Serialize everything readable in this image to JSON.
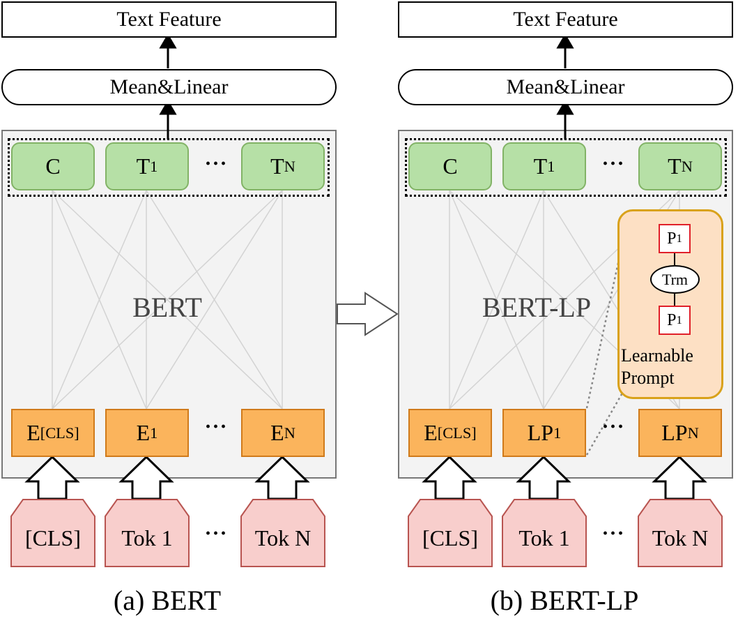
{
  "diagram": {
    "left": {
      "output_label": "Text Feature",
      "pool_label": "Mean&Linear",
      "model_name": "BERT",
      "outputs": [
        {
          "main": "C",
          "sub": ""
        },
        {
          "main": "T",
          "sub": "1"
        },
        {
          "main": "T",
          "sub": "N"
        }
      ],
      "embeddings": [
        {
          "main": "E",
          "sub": "[CLS]"
        },
        {
          "main": "E",
          "sub": "1"
        },
        {
          "main": "E",
          "sub": "N"
        }
      ],
      "tokens": [
        "[CLS]",
        "Tok 1",
        "Tok N"
      ],
      "ellipsis": "···",
      "caption": "(a) BERT"
    },
    "right": {
      "output_label": "Text Feature",
      "pool_label": "Mean&Linear",
      "model_name": "BERT-LP",
      "outputs": [
        {
          "main": "C",
          "sub": ""
        },
        {
          "main": "T",
          "sub": "1"
        },
        {
          "main": "T",
          "sub": "N"
        }
      ],
      "embeddings": [
        {
          "main": "E",
          "sub": "[CLS]"
        },
        {
          "main": "LP",
          "sub": "1"
        },
        {
          "main": "LP",
          "sub": "N"
        }
      ],
      "tokens": [
        "[CLS]",
        "Tok 1",
        "Tok N"
      ],
      "ellipsis": "···",
      "caption": "(b) BERT-LP",
      "callout": {
        "prompt_top": {
          "main": "P",
          "sub": "1"
        },
        "block": "Trm",
        "prompt_bottom": {
          "main": "P",
          "sub": "1"
        },
        "label_line1": "Learnable",
        "label_line2": "Prompt"
      }
    }
  }
}
